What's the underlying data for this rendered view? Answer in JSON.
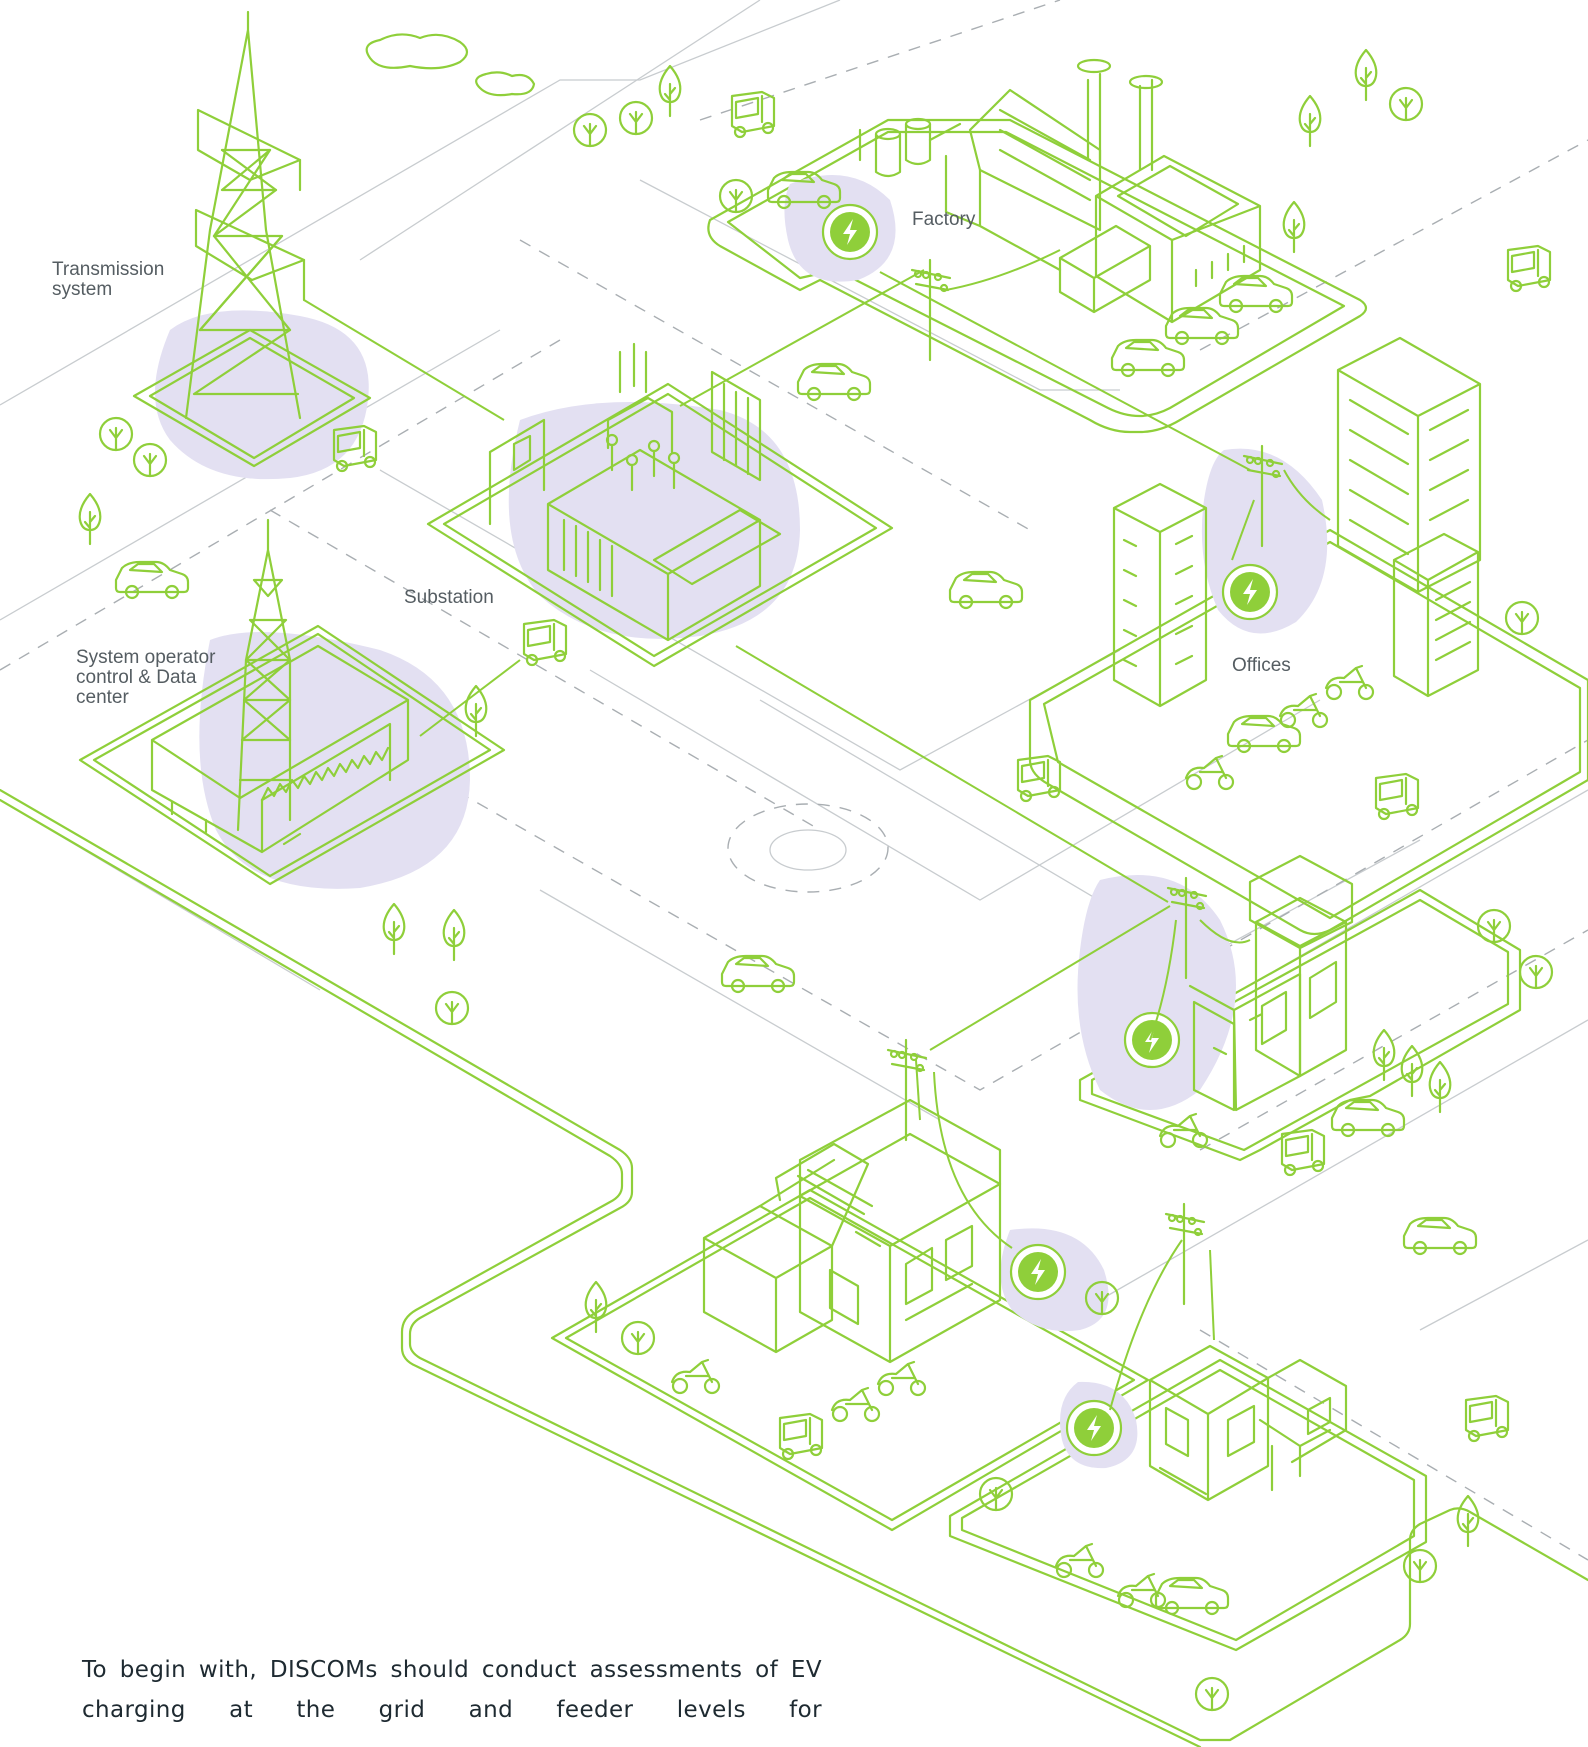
{
  "colors": {
    "line": "#8fcf3a",
    "highlight": "#e3e0f2",
    "charger": "#8fcf3a",
    "road": "#c8cccf",
    "text": "#555d62"
  },
  "labels": {
    "transmission": "Transmission\nsystem",
    "substation": "Substation",
    "control": "System operator\ncontrol & Data\ncenter",
    "factory": "Factory",
    "offices": "Offices"
  },
  "caption": "To begin with, DISCOMs should conduct assessments of EV charging at the grid and feeder levels for",
  "icons": [
    "charging-station-icon",
    "transmission-tower-icon",
    "substation-icon",
    "factory-icon",
    "office-building-icon",
    "house-icon",
    "car-icon",
    "auto-rickshaw-icon",
    "scooter-icon",
    "tree-icon",
    "utility-pole-icon",
    "cloud-icon"
  ]
}
